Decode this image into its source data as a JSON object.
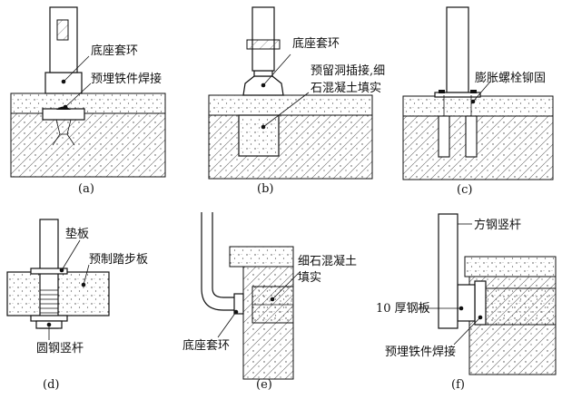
{
  "panels": [
    {
      "caption": "(a)",
      "labels": [
        "底座套环",
        "预埋铁件焊接"
      ]
    },
    {
      "caption": "(b)",
      "labels": [
        "底座套环",
        "预留洞插接,细",
        "石混凝土填实"
      ]
    },
    {
      "caption": "(c)",
      "labels": [
        "膨胀螺栓铆固"
      ]
    },
    {
      "caption": "(d)",
      "labels": [
        "垫板",
        "预制踏步板",
        "圆钢竖杆"
      ]
    },
    {
      "caption": "(e)",
      "labels": [
        "细石混凝土",
        "填实",
        "底座套环"
      ]
    },
    {
      "caption": "(f)",
      "labels": [
        "方钢竖杆",
        "10 厚钢板",
        "预埋铁件焊接"
      ]
    }
  ]
}
